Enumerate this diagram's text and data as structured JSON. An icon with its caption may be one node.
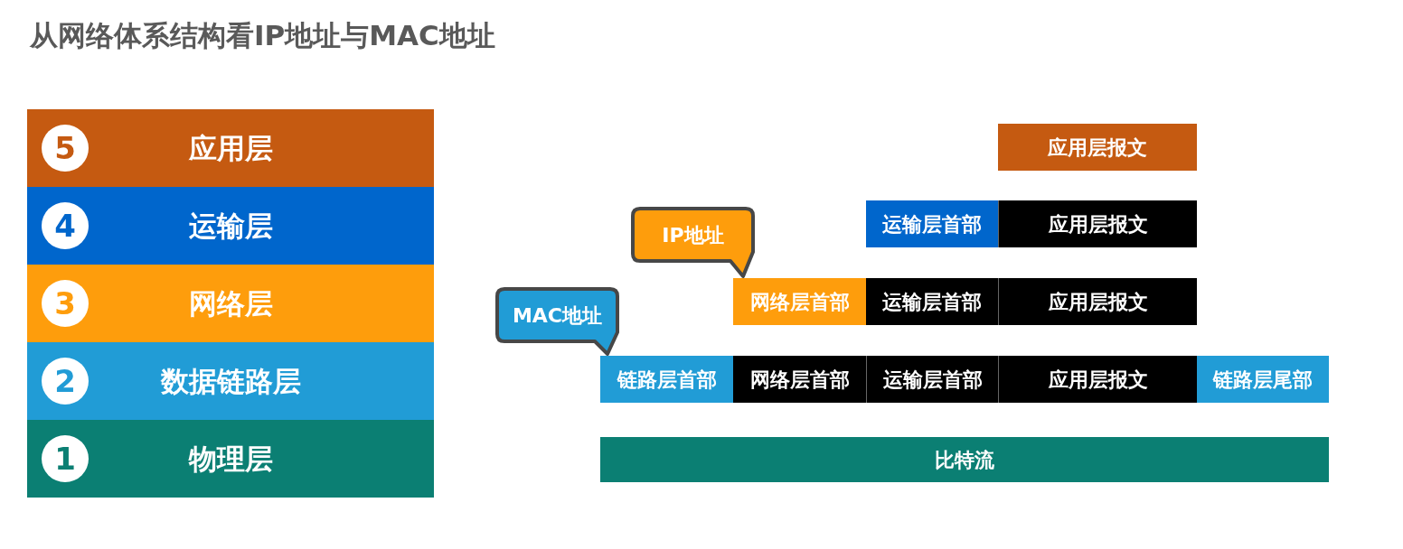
{
  "diagram": {
    "title": "从网络体系结构看IP地址与MAC地址",
    "nodes": [
      {
        "text": [
          "5",
          "应用层"
        ]
      },
      {
        "text": [
          "4",
          "运输层"
        ]
      },
      {
        "text": [
          "3",
          "网络层"
        ]
      },
      {
        "text": [
          "2",
          "数据链路层"
        ]
      },
      {
        "text": [
          "1",
          "物理层"
        ]
      },
      {
        "text": [
          "应用层报文"
        ]
      },
      {
        "text": [
          "运输层首部"
        ]
      },
      {
        "text": [
          "应用层报文"
        ]
      },
      {
        "text": [
          "IP地址"
        ]
      },
      {
        "text": [
          "网络层首部"
        ]
      },
      {
        "text": [
          "运输层首部"
        ]
      },
      {
        "text": [
          "应用层报文"
        ]
      },
      {
        "text": [
          "MAC地址"
        ]
      },
      {
        "text": [
          "链路层首部"
        ]
      },
      {
        "text": [
          "网络层首部"
        ]
      },
      {
        "text": [
          "运输层首部"
        ]
      },
      {
        "text": [
          "应用层报文"
        ]
      },
      {
        "text": [
          "链路层尾部"
        ]
      },
      {
        "text": [
          "比特流"
        ]
      }
    ]
  }
}
